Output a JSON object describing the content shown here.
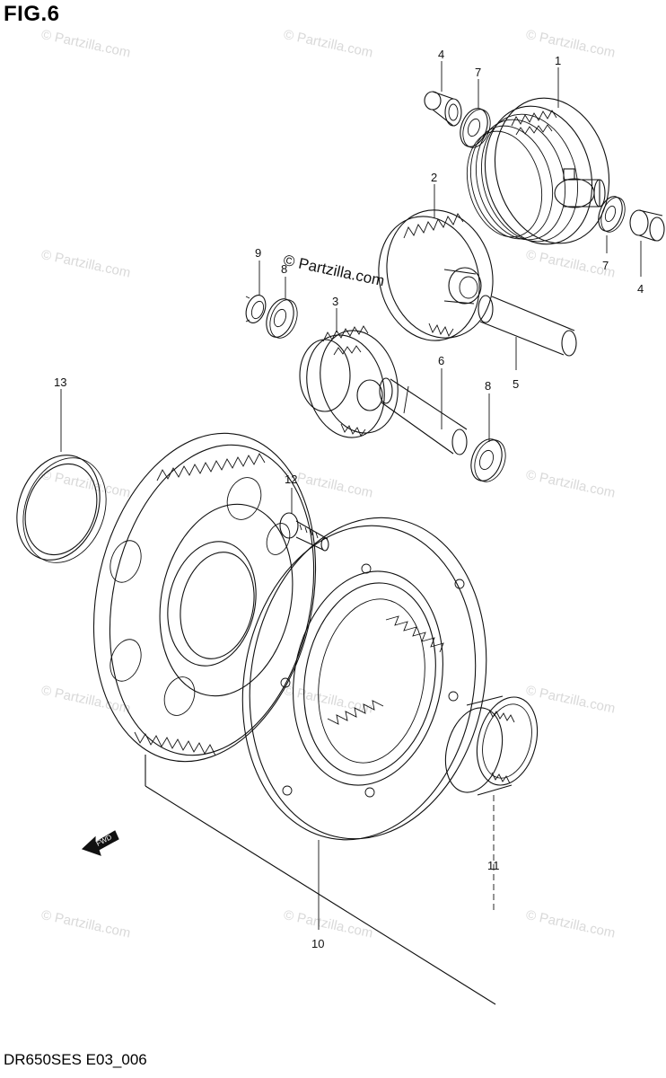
{
  "figure_title": "FIG.6",
  "footer_code": "DR650SES E03_006",
  "center_watermark": "© Partzilla.com",
  "watermark_text": "© Partzilla.com",
  "callouts": [
    "1",
    "2",
    "3",
    "4",
    "4",
    "5",
    "6",
    "7",
    "7",
    "8",
    "8",
    "9",
    "10",
    "11",
    "12",
    "13"
  ],
  "fwd_label": "FWD"
}
